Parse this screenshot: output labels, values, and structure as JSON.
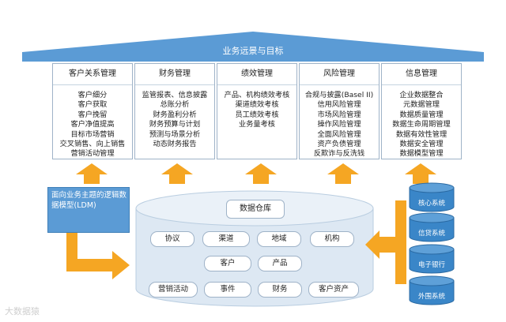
{
  "header": {
    "title": "业务远景与目标"
  },
  "columns": [
    {
      "title": "客户关系管理",
      "items": [
        "客户细分",
        "客户获取",
        "客户挽留",
        "客户净值提高",
        "目标市场营销",
        "交叉销售、向上销售",
        "营销活动管理"
      ]
    },
    {
      "title": "财务管理",
      "items": [
        "监管报表、信息披露",
        "总账分析",
        "财务盈利分析",
        "财务预算与计划",
        "预测与场景分析",
        "动态财务报告"
      ]
    },
    {
      "title": "绩效管理",
      "items": [
        "产品、机构绩效考核",
        "渠道绩效考核",
        "员工绩效考核",
        "业务量考核"
      ]
    },
    {
      "title": "风险管理",
      "items": [
        "合规与披露(Basel II)",
        "信用风险管理",
        "市场风险管理",
        "操作风险管理",
        "全面风险管理",
        "资产负债管理",
        "反欺诈与反洗钱"
      ]
    },
    {
      "title": "信息管理",
      "items": [
        "企业数据整合",
        "元数据管理",
        "数据质量管理",
        "数据生命周期管理",
        "数据有效性管理",
        "数据安全管理",
        "数据模型管理"
      ]
    }
  ],
  "ldm": {
    "label": "面向业务主题的逻辑数据模型(LDM)"
  },
  "warehouse": {
    "title": "数据仓库",
    "row1": [
      "协议",
      "渠道",
      "地域",
      "机构"
    ],
    "row2": [
      "客户",
      "产品"
    ],
    "row3": [
      "营销活动",
      "事件",
      "财务",
      "客户资产"
    ]
  },
  "sources": [
    "核心系统",
    "信贷系统",
    "电子银行",
    "外围系统"
  ],
  "watermark": "大数据猿",
  "colors": {
    "roof": "#5b9bd5",
    "arrow": "#f5a623",
    "cylinder_top": "#eaf1f8",
    "cylinder_side": "#dde8f3",
    "source": "#3a86c8"
  }
}
